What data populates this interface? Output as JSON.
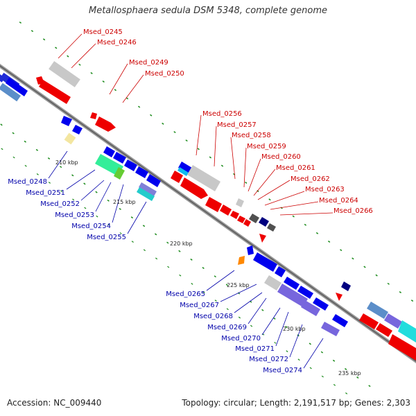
{
  "title": "Metallosphaera sedula DSM 5348, complete genome",
  "accession": "Accession: NC_009440",
  "topology": "Topology: circular; Length: 2,191,517 bp; Genes: 2,303",
  "colors": {
    "backbone": "#808080",
    "tick": "#1a8a1a",
    "forward_gene": "#ff0000",
    "reverse_gene": "#0000ff",
    "gray_feature": "#c8c8c8",
    "label_forward": "#cc0000",
    "label_reverse": "#0000aa",
    "scale_label": "#222222"
  },
  "scale_labels": [
    "210 kbp",
    "215 kbp",
    "220 kbp",
    "225 kbp",
    "230 kbp",
    "235 kbp"
  ],
  "forward_labels": [
    "Msed_0245",
    "Msed_0246",
    "Msed_0249",
    "Msed_0250",
    "Msed_0256",
    "Msed_0257",
    "Msed_0258",
    "Msed_0259",
    "Msed_0260",
    "Msed_0261",
    "Msed_0262",
    "Msed_0263",
    "Msed_0264",
    "Msed_0266"
  ],
  "reverse_labels": [
    "Msed_0248",
    "Msed_0251",
    "Msed_0252",
    "Msed_0253",
    "Msed_0254",
    "Msed_0255",
    "Msed_0265",
    "Msed_0267",
    "Msed_0268",
    "Msed_0269",
    "Msed_0270",
    "Msed_0271",
    "Msed_0272",
    "Msed_0274"
  ]
}
